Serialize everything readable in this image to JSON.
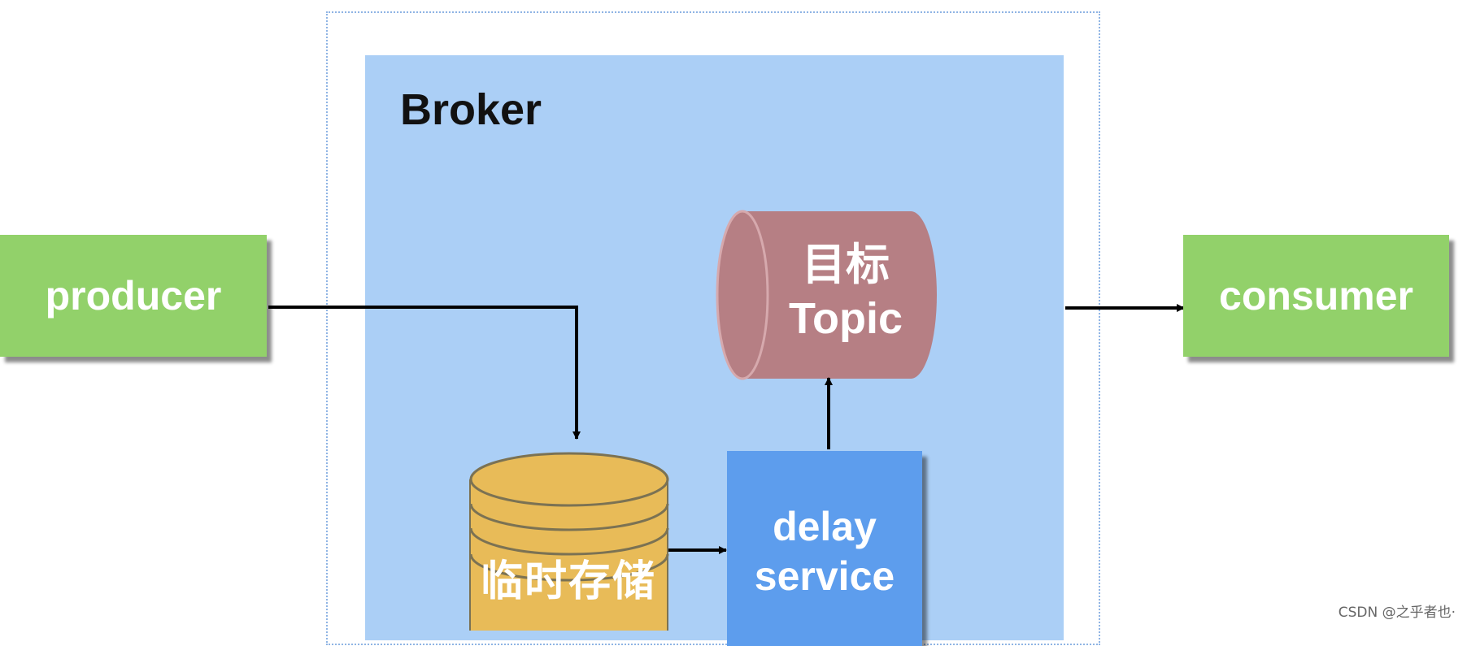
{
  "broker": {
    "title": "Broker"
  },
  "producer": {
    "label": "producer"
  },
  "consumer": {
    "label": "consumer"
  },
  "target_topic": {
    "line1": "目标",
    "line2": "Topic"
  },
  "delay_service": {
    "line1": "delay",
    "line2": "service"
  },
  "temp_storage": {
    "label": "临时存储"
  },
  "watermark": {
    "text": "CSDN @之乎者也·"
  },
  "colors": {
    "broker_fill": "#abcff6",
    "green_box": "#92d16a",
    "topic_cylinder": "#b67f84",
    "storage_cylinder": "#e8bb58",
    "delay_box": "#5d9ded",
    "arrow": "#000000"
  }
}
